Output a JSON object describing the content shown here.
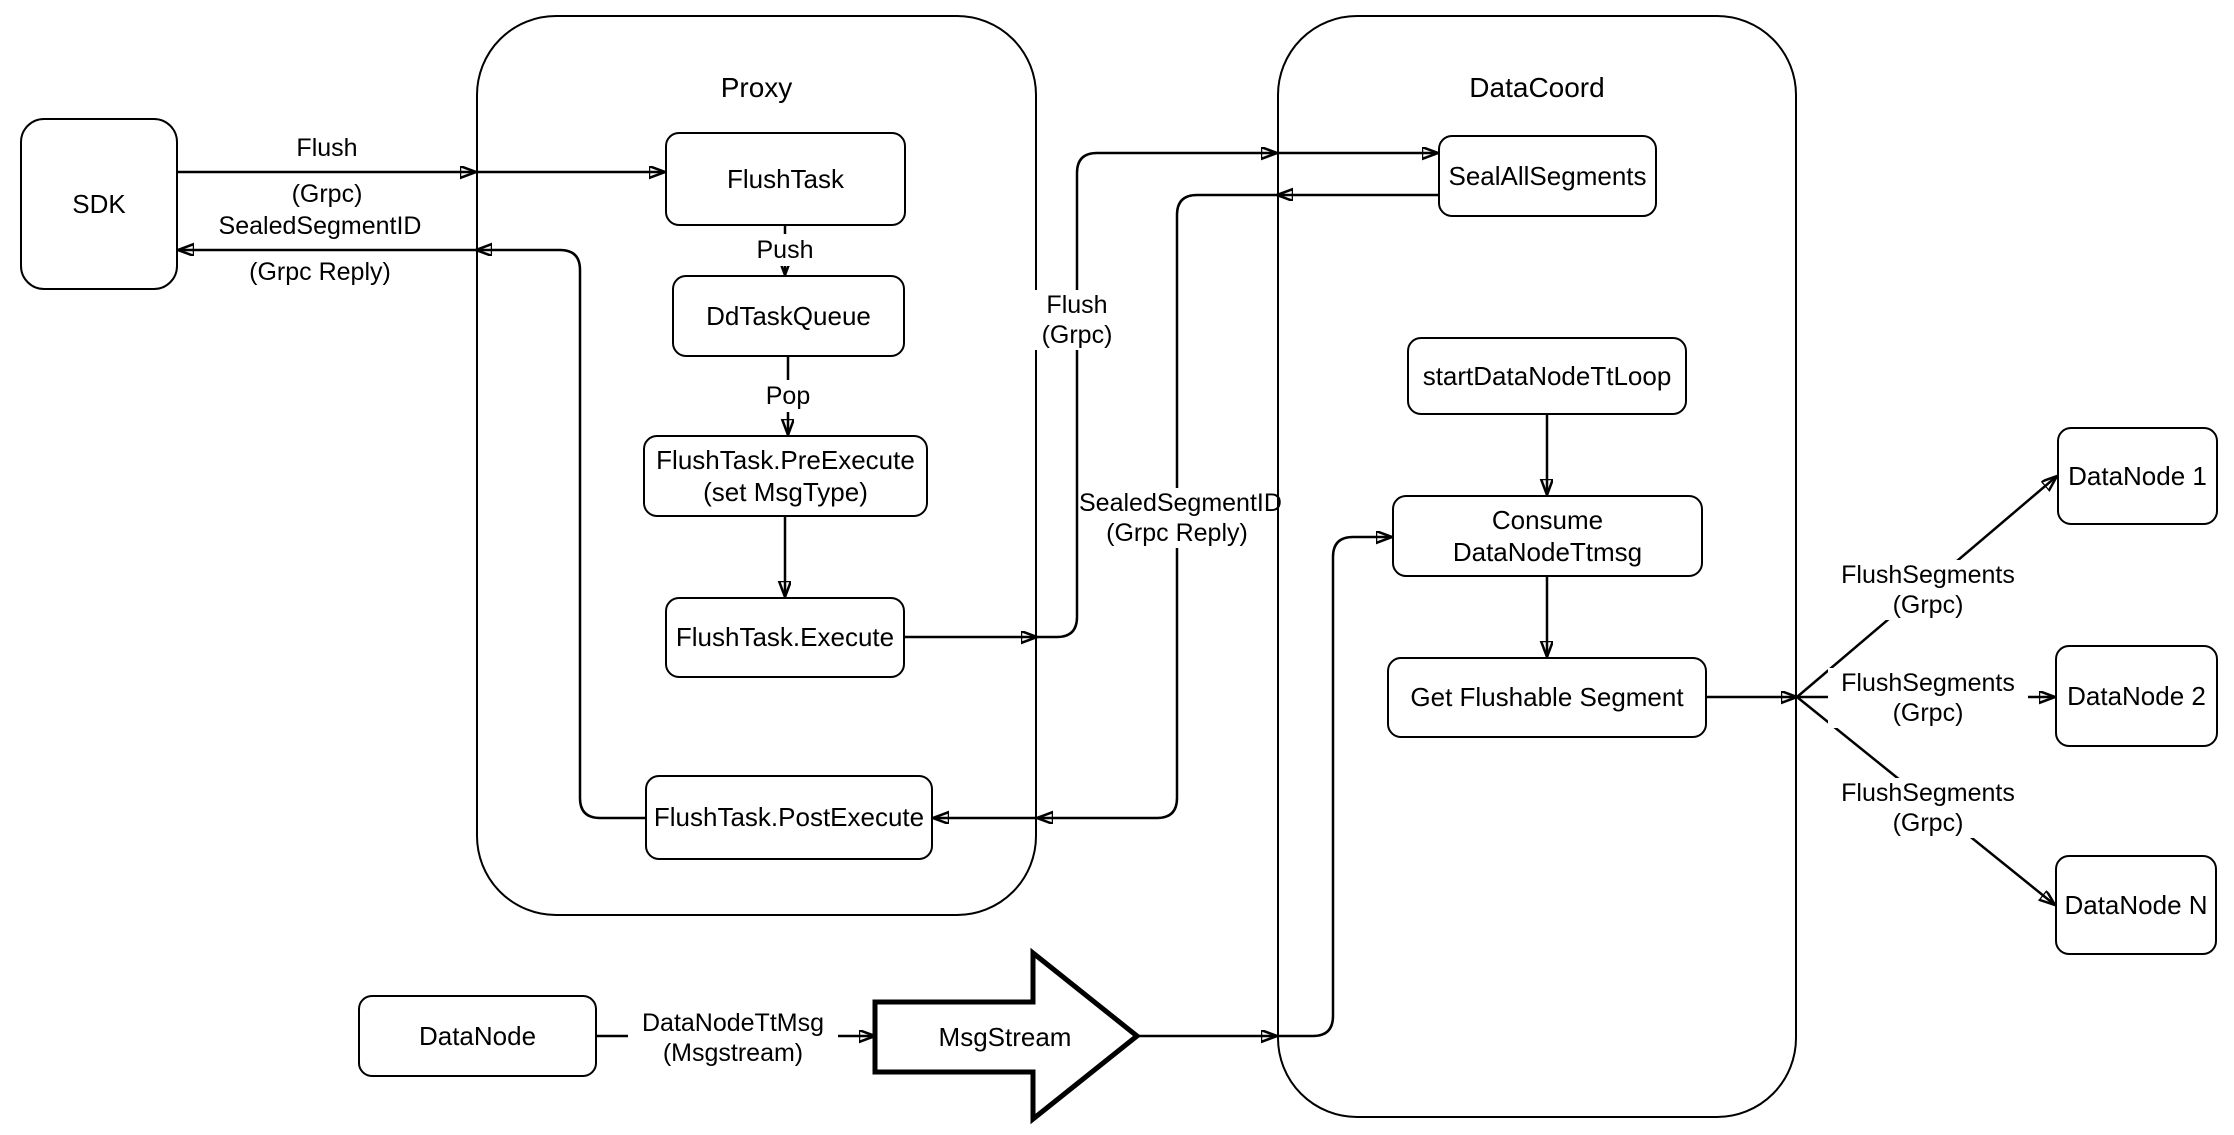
{
  "containers": {
    "proxy": {
      "title": "Proxy"
    },
    "datacoord": {
      "title": "DataCoord"
    }
  },
  "nodes": {
    "sdk": {
      "label": "SDK"
    },
    "flush_task": {
      "label": "FlushTask"
    },
    "dd_task_queue": {
      "label": "DdTaskQueue"
    },
    "flush_task_pre_execute": {
      "line1": "FlushTask.PreExecute",
      "line2": "(set MsgType)"
    },
    "flush_task_execute": {
      "label": "FlushTask.Execute"
    },
    "flush_task_post_execute": {
      "label": "FlushTask.PostExecute"
    },
    "seal_all_segments": {
      "label": "SealAllSegments"
    },
    "start_data_node_tt_loop": {
      "label": "startDataNodeTtLoop"
    },
    "consume_data_node_ttmsg": {
      "label": "Consume DataNodeTtmsg"
    },
    "get_flushable_segment": {
      "label": "Get Flushable Segment"
    },
    "data_node_1": {
      "label": "DataNode 1"
    },
    "data_node_2": {
      "label": "DataNode 2"
    },
    "data_node_n": {
      "label": "DataNode N"
    },
    "data_node": {
      "label": "DataNode"
    },
    "msg_stream": {
      "label": "MsgStream"
    }
  },
  "edge_labels": {
    "sdk_flush": {
      "line1": "Flush",
      "line2": "(Grpc)"
    },
    "sdk_reply": {
      "line1": "SealedSegmentID",
      "line2": "(Grpc Reply)"
    },
    "push": {
      "text": "Push"
    },
    "pop": {
      "text": "Pop"
    },
    "proxy_flush": {
      "line1": "Flush",
      "line2": "(Grpc)"
    },
    "proxy_reply": {
      "line1": "SealedSegmentID",
      "line2": "(Grpc Reply)"
    },
    "flush_segments_1": {
      "line1": "FlushSegments",
      "line2": "(Grpc)"
    },
    "flush_segments_2": {
      "line1": "FlushSegments",
      "line2": "(Grpc)"
    },
    "flush_segments_3": {
      "line1": "FlushSegments",
      "line2": "(Grpc)"
    },
    "data_node_tt_msg": {
      "line1": "DataNodeTtMsg",
      "line2": "(Msgstream)"
    }
  },
  "colors": {
    "stroke": "#000000",
    "canvas_background": "#ffffff"
  }
}
